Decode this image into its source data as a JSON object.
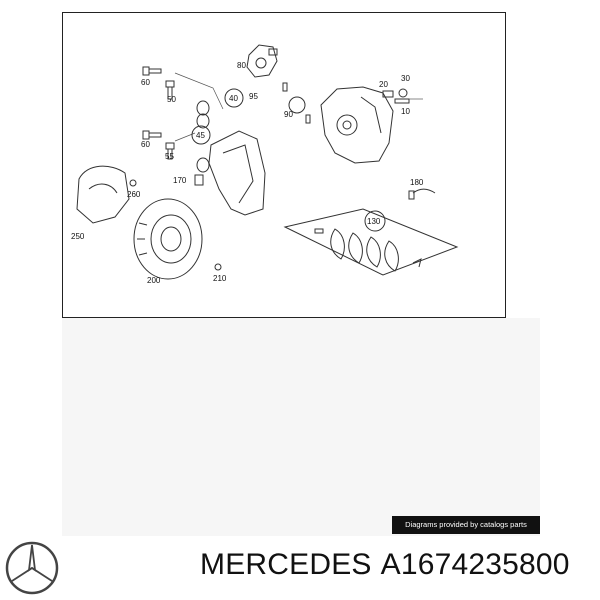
{
  "diagram": {
    "callouts": [
      "60",
      "50",
      "40",
      "80",
      "95",
      "90",
      "20",
      "30",
      "10",
      "60",
      "55",
      "45",
      "170",
      "260",
      "180",
      "130",
      "250",
      "200",
      "210"
    ]
  },
  "credit": "Diagrams provided by catalogs parts",
  "brand": {
    "name": "MERCEDES",
    "part_number": "A1674235800",
    "logo_icon": "mercedes-star-icon"
  }
}
